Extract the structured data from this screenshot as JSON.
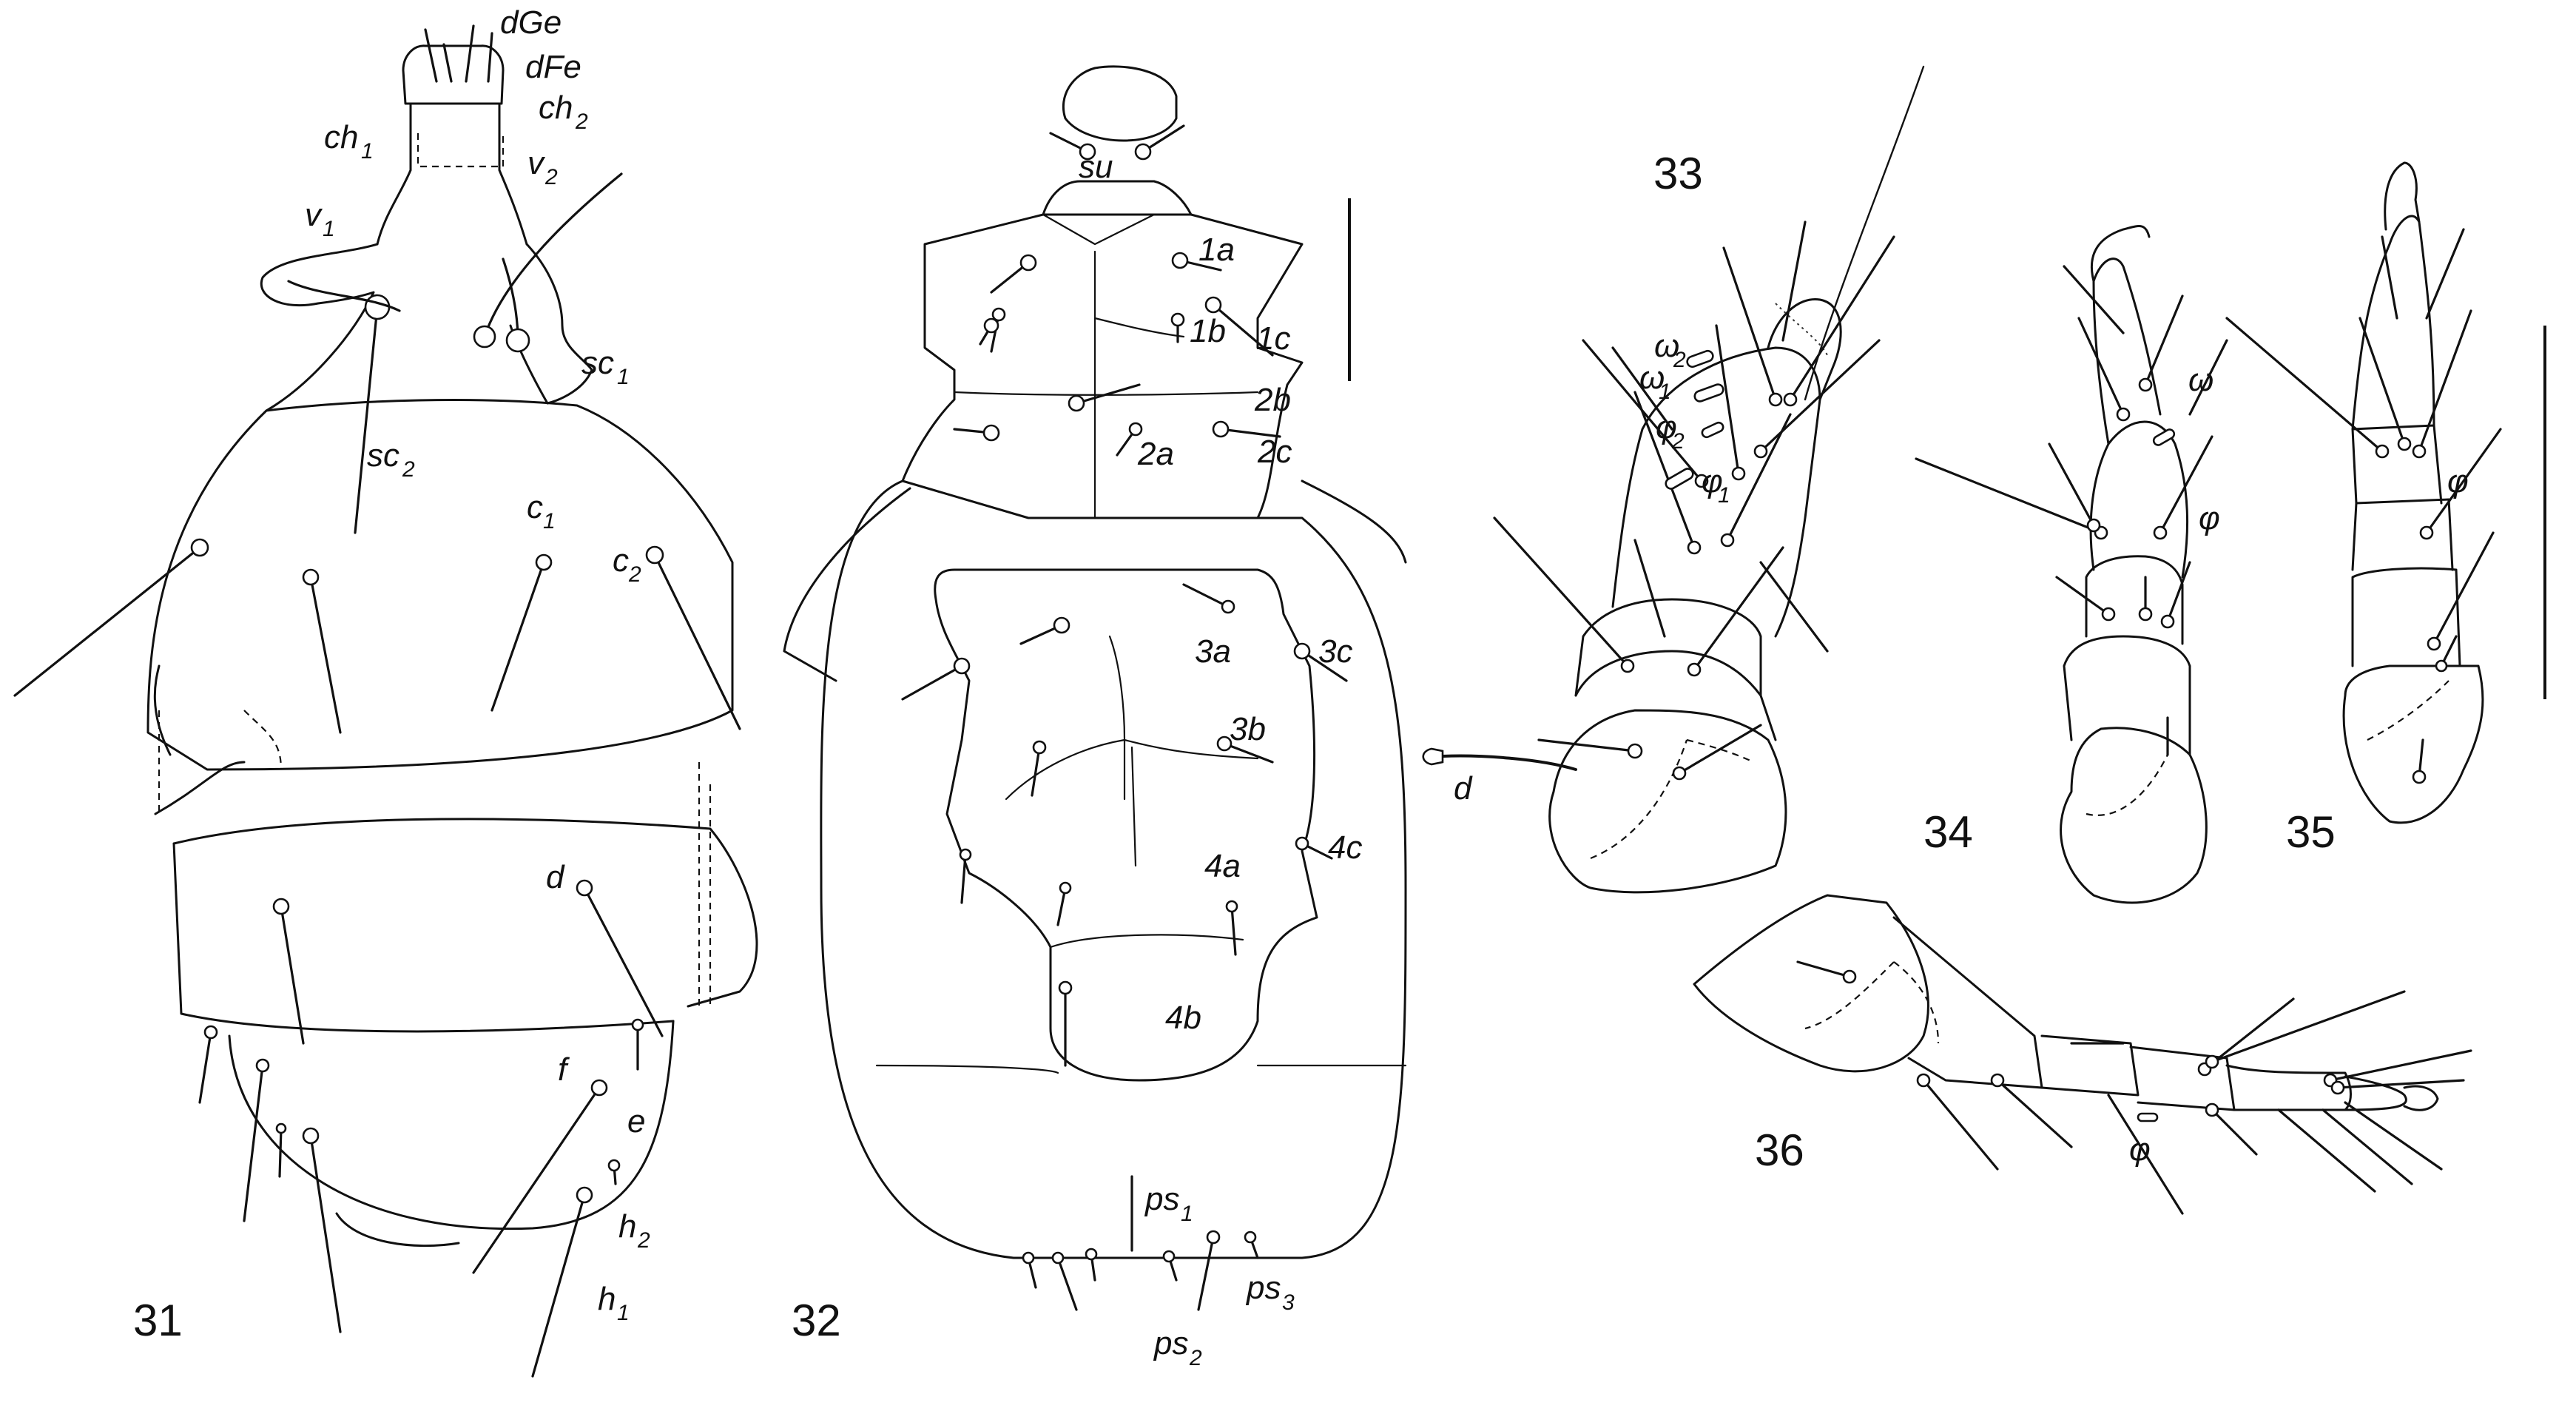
{
  "figures": {
    "fig31": {
      "number": "31",
      "labels": {
        "dGe": "dGe",
        "dFe": "dFe",
        "ch1": "ch",
        "ch1_sub": "1",
        "ch2": "ch",
        "ch2_sub": "2",
        "v1": "v",
        "v1_sub": "1",
        "v2": "v",
        "v2_sub": "2",
        "sc1": "sc",
        "sc1_sub": "1",
        "sc2": "sc",
        "sc2_sub": "2",
        "c1": "c",
        "c1_sub": "1",
        "c2": "c",
        "c2_sub": "2",
        "d": "d",
        "e": "e",
        "f": "f",
        "h1": "h",
        "h1_sub": "1",
        "h2": "h",
        "h2_sub": "2"
      }
    },
    "fig32": {
      "number": "32",
      "labels": {
        "su": "su",
        "s1a": "1a",
        "s1b": "1b",
        "s1c": "1c",
        "s2a": "2a",
        "s2b": "2b",
        "s2c": "2c",
        "s3a": "3a",
        "s3b": "3b",
        "s3c": "3c",
        "s4a": "4a",
        "s4b": "4b",
        "s4c": "4c",
        "ps1": "ps",
        "ps1_sub": "1",
        "ps2": "ps",
        "ps2_sub": "2",
        "ps3": "ps",
        "ps3_sub": "3"
      }
    },
    "fig33": {
      "number": "33",
      "labels": {
        "omega2": "ω",
        "omega2_sub": "2",
        "omega1": "ω",
        "omega1_sub": "1",
        "phi2": "φ",
        "phi2_sub": "2",
        "phi1": "φ",
        "phi1_sub": "1",
        "d": "d"
      }
    },
    "fig34": {
      "number": "34",
      "labels": {
        "omega": "ω",
        "phi": "φ"
      }
    },
    "fig35": {
      "number": "35",
      "labels": {
        "phi": "φ"
      }
    },
    "fig36": {
      "number": "36",
      "labels": {
        "phi": "φ"
      }
    }
  }
}
